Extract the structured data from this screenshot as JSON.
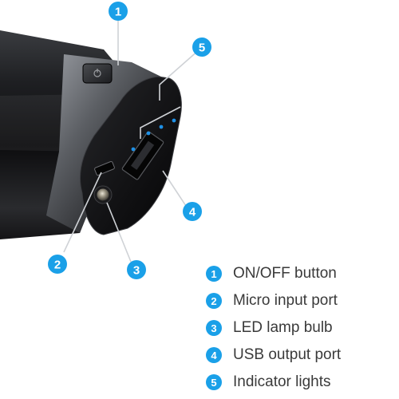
{
  "accent_color": "#1aa0e8",
  "callouts": [
    {
      "number": "1",
      "label": "ON/OFF button"
    },
    {
      "number": "2",
      "label": "Micro input port"
    },
    {
      "number": "3",
      "label": "LED lamp bulb"
    },
    {
      "number": "4",
      "label": "USB output port"
    },
    {
      "number": "5",
      "label": "Indicator lights"
    }
  ],
  "icons": {
    "power_button": "power-icon",
    "device": "power-bank-device"
  }
}
